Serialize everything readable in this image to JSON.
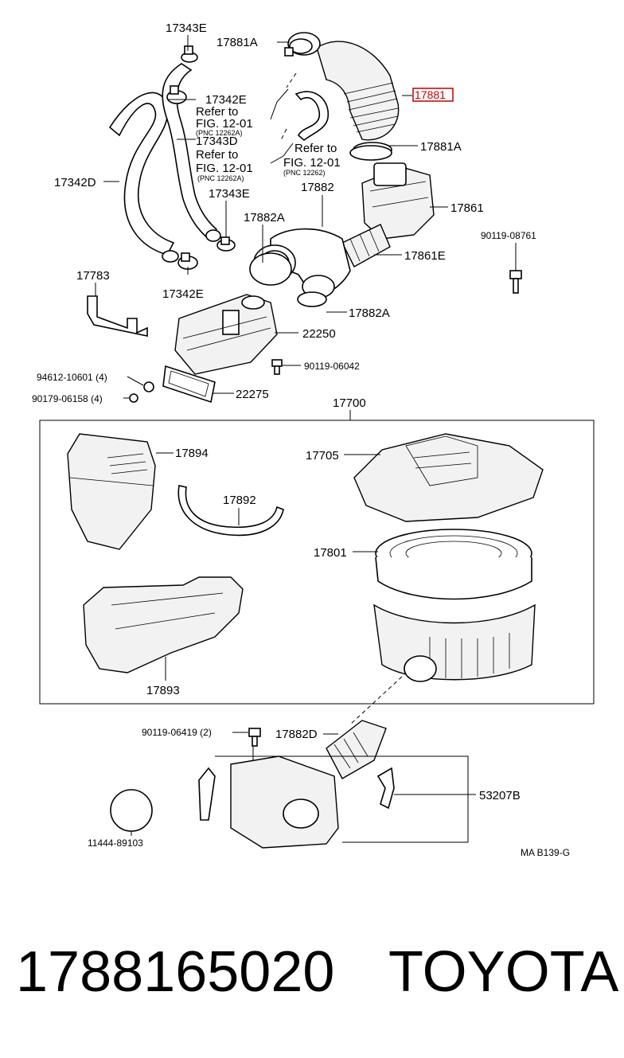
{
  "labels": {
    "p17343E_top": "17343E",
    "p17881A_top": "17881A",
    "p17881_hl": "17881",
    "p17342E_top": "17342E",
    "refer1_a": "Refer to",
    "refer1_b": "FIG. 12-01",
    "refer1_c": "(PNC 12262A)",
    "p17343D": "17343D",
    "refer2_a": "Refer to",
    "refer2_b": "FIG. 12-01",
    "refer2_c": "(PNC 12262A)",
    "refer3_a": "Refer to",
    "refer3_b": "FIG. 12-01",
    "refer3_c": "(PNC 12262)",
    "p17881A_mid": "17881A",
    "p17342D": "17342D",
    "p17882": "17882",
    "p17861": "17861",
    "p17343E_mid": "17343E",
    "p17882A_left": "17882A",
    "p90119_08761": "90119-08761",
    "p17861E": "17861E",
    "p17783": "17783",
    "p17342E_bot": "17342E",
    "p17882A_right": "17882A",
    "p22250": "22250",
    "p90119_06042": "90119-06042",
    "p94612": "94612-10601 (4)",
    "p90179": "90179-06158 (4)",
    "p22275": "22275",
    "p17700": "17700",
    "p17894": "17894",
    "p17705": "17705",
    "p17892": "17892",
    "p17801": "17801",
    "p17893": "17893",
    "p90119_06419": "90119-06419 (2)",
    "p17882D": "17882D",
    "p53207B": "53207B",
    "p11444": "11444-89103",
    "code": "MA B139-G"
  },
  "footer": {
    "part_number": "1788165020",
    "brand": "TOYOTA"
  },
  "colors": {
    "highlight": "#c00000",
    "ink": "#000000",
    "paper": "#ffffff"
  }
}
